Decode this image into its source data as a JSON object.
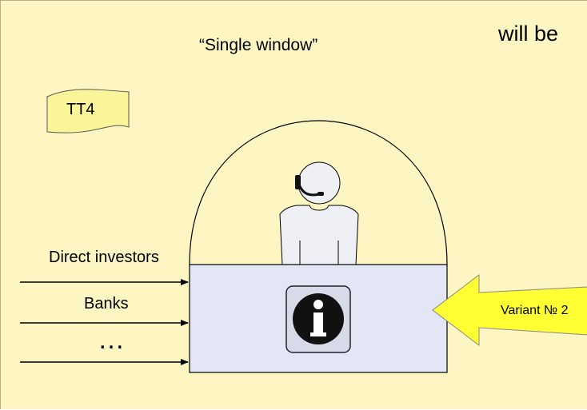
{
  "slide": {
    "title": "“Single window”",
    "corner_text": "will be",
    "scroll_tag": {
      "label": "TT4",
      "fill": "#fbf59a"
    },
    "inputs": [
      {
        "label": "Direct investors"
      },
      {
        "label": "Banks"
      },
      {
        "label": "…"
      }
    ],
    "callout": {
      "label": "Variant № 2",
      "fill": "#ffff33"
    },
    "desk": {
      "fill": "#e3e6f5",
      "icon": "info-icon"
    },
    "operator": {
      "icon": "operator-with-headset-icon"
    },
    "colors": {
      "background": "#fdf6c3",
      "stroke": "#000000"
    }
  }
}
